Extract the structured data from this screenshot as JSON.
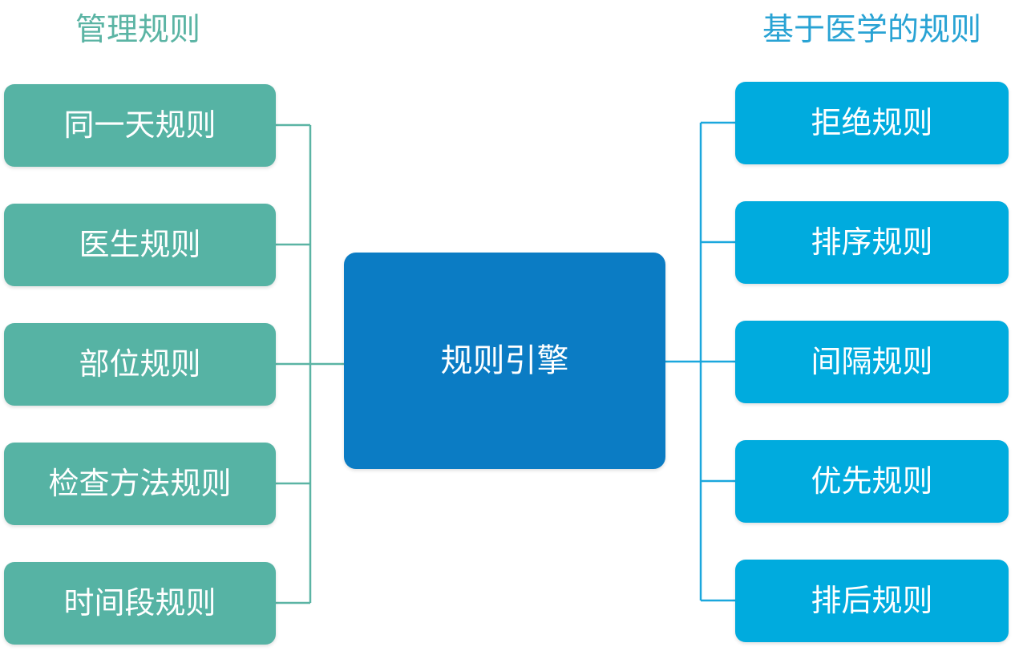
{
  "diagram": {
    "type": "mind-map",
    "title_center": "规则引擎",
    "background_color": "#ffffff",
    "left_group": {
      "header": "管理规则",
      "header_color": "#5BB4A4",
      "node_color": "#56B3A4",
      "text_color": "#ffffff",
      "items": [
        {
          "label": "同一天规则"
        },
        {
          "label": "医生规则"
        },
        {
          "label": "部位规则"
        },
        {
          "label": "检查方法规则"
        },
        {
          "label": "时间段规则"
        }
      ]
    },
    "center_node": {
      "label": "规则引擎",
      "color": "#0B7CC4",
      "text_color": "#ffffff"
    },
    "right_group": {
      "header": "基于医学的规则",
      "header_color": "#29A3D4",
      "node_color": "#00ABDE",
      "text_color": "#ffffff",
      "items": [
        {
          "label": "拒绝规则"
        },
        {
          "label": "排序规则"
        },
        {
          "label": "间隔规则"
        },
        {
          "label": "优先规则"
        },
        {
          "label": "排后规则"
        }
      ]
    },
    "connector_colors": {
      "left": "#5BB4A4",
      "right": "#1BA7DD"
    }
  }
}
